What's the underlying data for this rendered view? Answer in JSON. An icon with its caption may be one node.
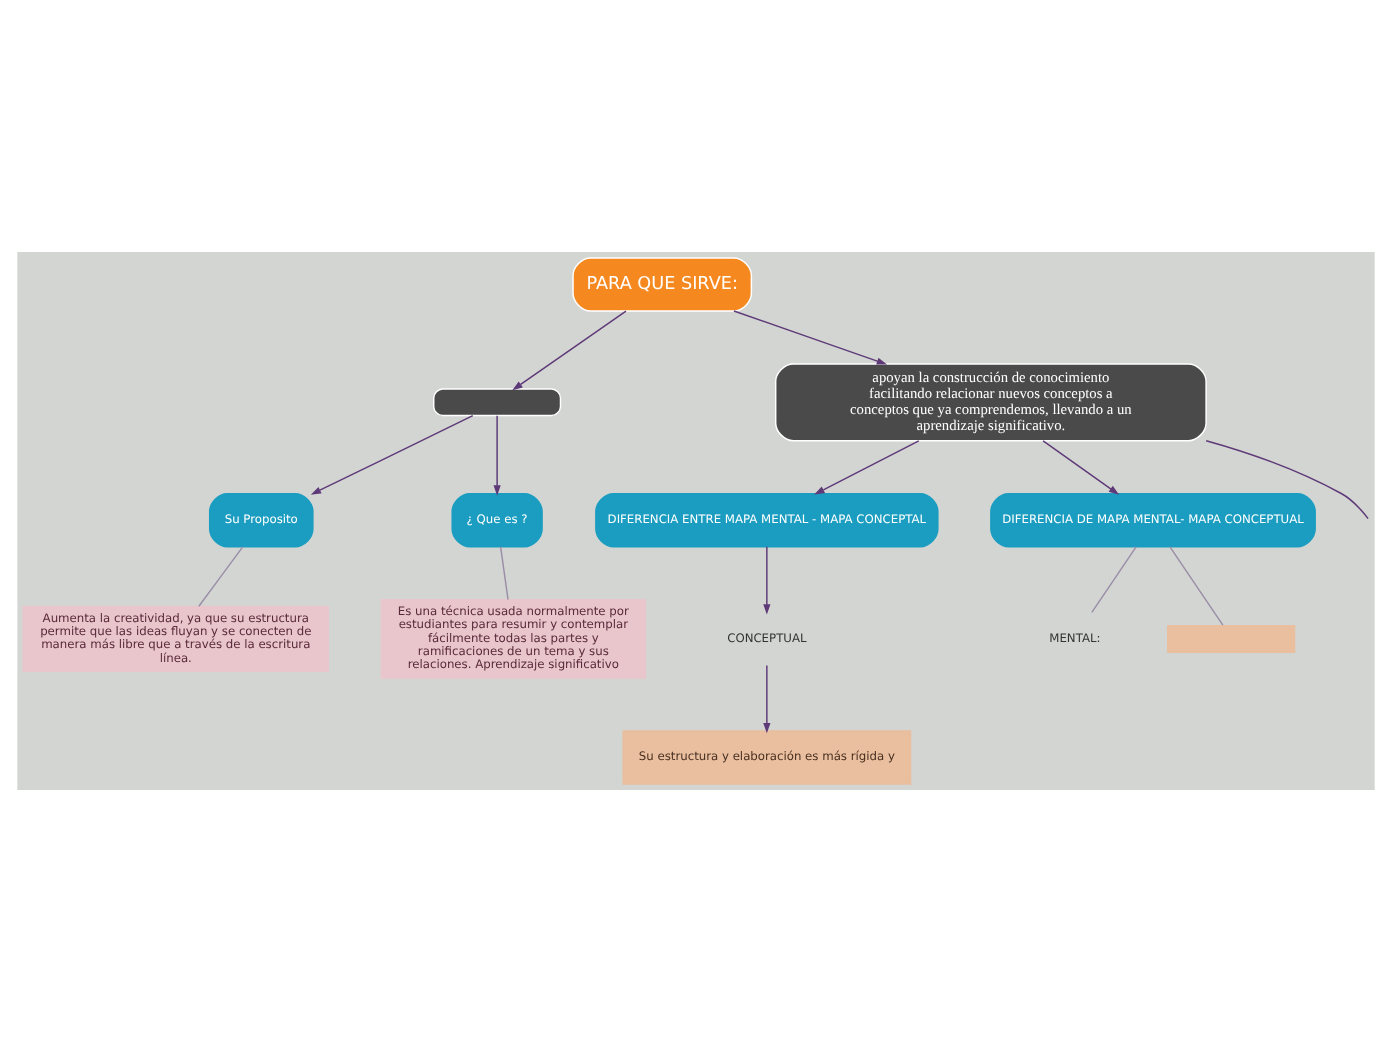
{
  "diagram": {
    "nodes": [
      {
        "text": [],
        "shape": "box"
      },
      {
        "text": [
          "Su Proposito"
        ]
      },
      {
        "text": [
          "Aumenta la creatividad, ya que su estructura permite que las ideas fluyan y se conecten de manera más libre que a través de la escritura línea."
        ]
      },
      {
        "text": [
          "¿ Que es ?"
        ]
      },
      {
        "text": [
          "Es una técnica usada normalmente por estudiantes para resumir y contemplar fácilmente todas las partes y ramificaciones de un tema y sus relaciones. Aprendizaje significativo"
        ]
      },
      {
        "text": [
          "PARA QUE SIRVE:"
        ]
      },
      {
        "text": [
          "apoyan la construcción de conocimiento facilitando relacionar nuevos conceptos a conceptos que ya comprendemos, llevando a un aprendizaje significativo."
        ]
      },
      {
        "text": [
          "DIFERENCIA ENTRE MAPA MENTAL - MAPA CONCEPTAL"
        ]
      },
      {
        "text": [
          "CONCEPTUAL"
        ]
      },
      {
        "text": [
          "Su estructura y elaboración es más rígida y"
        ]
      },
      {
        "text": [
          "DIFERENCIA DE MAPA MENTAL- MAPA CONCEPTUAL"
        ]
      },
      {
        "text": [
          "MENTAL:"
        ]
      },
      {
        "text": [],
        "shape": "box"
      }
    ],
    "edges": [
      {
        "from": 0,
        "to": 1,
        "arrow": "to"
      },
      {
        "from": 0,
        "to": 3,
        "arrow": "to"
      },
      {
        "from": 1,
        "to": 2,
        "arrow": "none",
        "color": "#9b8fa8"
      },
      {
        "from": 3,
        "to": 4,
        "arrow": "none",
        "color": "#9b8fa8"
      },
      {
        "from": 5,
        "to": 0,
        "arrow": "to"
      },
      {
        "from": 5,
        "to": 6,
        "arrow": "to"
      },
      {
        "from": 6,
        "to": 7,
        "arrow": "to"
      },
      {
        "from": 6,
        "to": 10,
        "arrow": "to"
      },
      {
        "from": 6,
        "to": null,
        "arrow": "none"
      },
      {
        "from": 7,
        "to": 8,
        "arrow": "to"
      },
      {
        "from": 8,
        "to": 9,
        "arrow": "to"
      },
      {
        "from": 10,
        "to": 11,
        "arrow": "none",
        "color": "#9b8fa8"
      },
      {
        "from": 10,
        "to": 12,
        "arrow": "none",
        "color": "#9b8fa8"
      }
    ]
  }
}
